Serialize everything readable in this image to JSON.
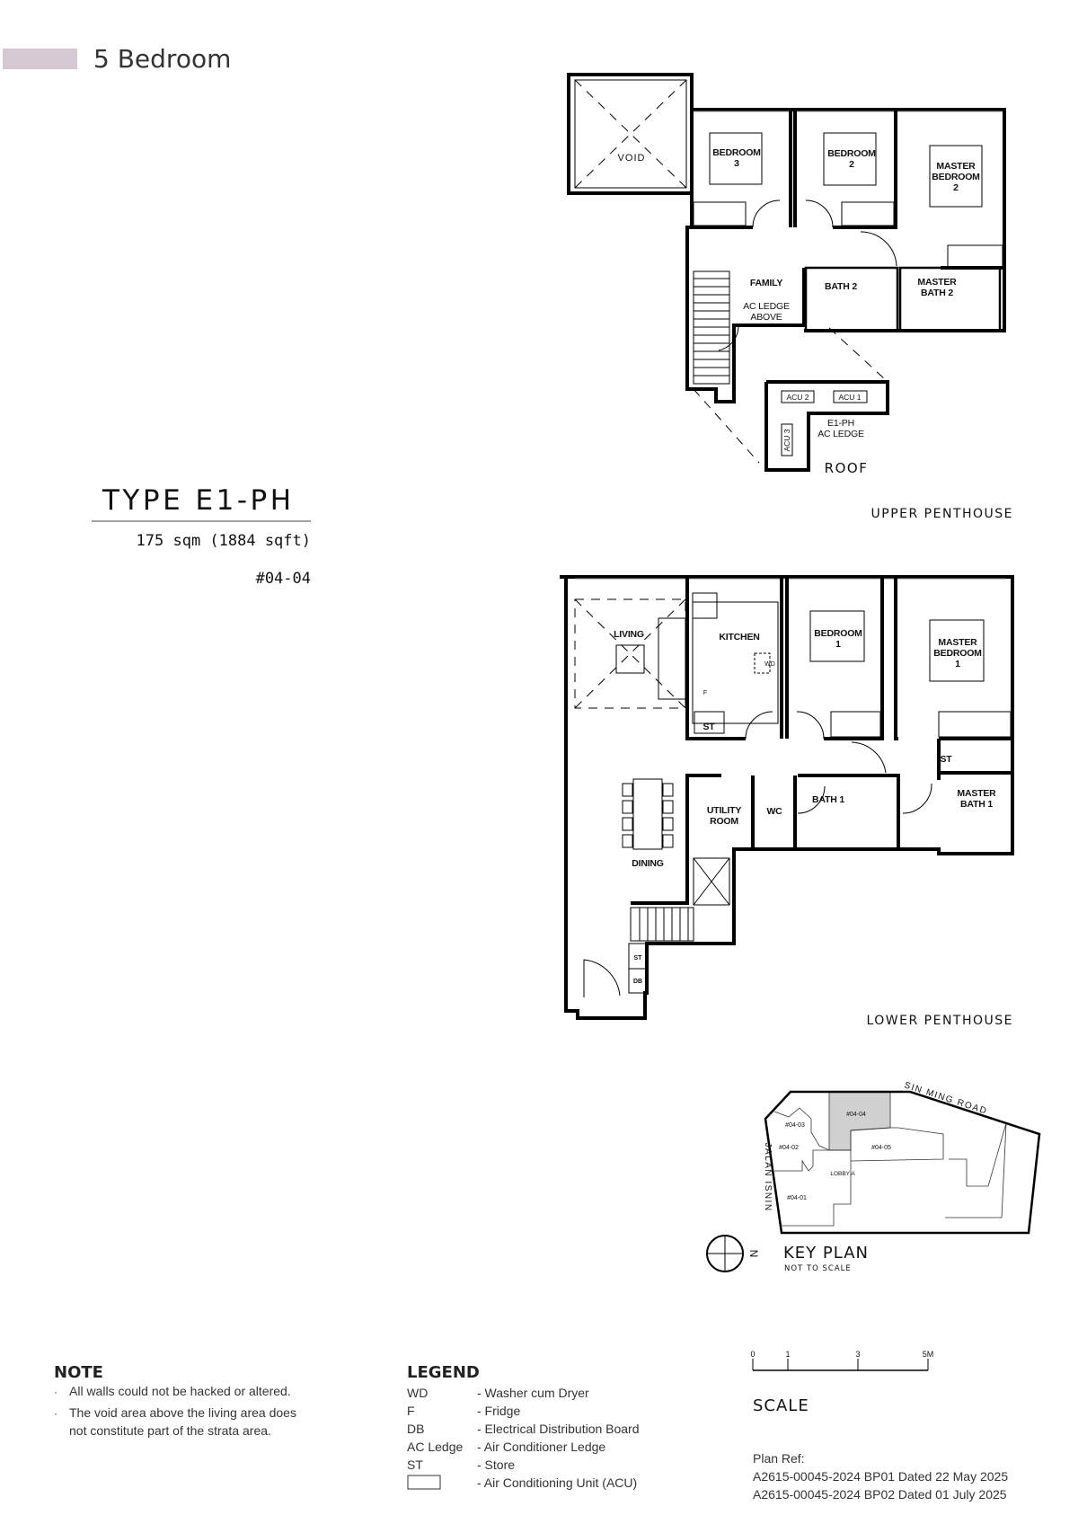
{
  "header": {
    "title": "5 Bedroom",
    "accent_color": "#d6c8d3"
  },
  "unit": {
    "type": "TYPE E1-PH",
    "area": "175 sqm (1884 sqft)",
    "unit_no": "#04-04"
  },
  "upper_plan": {
    "caption": "UPPER PENTHOUSE",
    "void": "VOID",
    "bedroom3": [
      "BEDROOM",
      "3"
    ],
    "bedroom2": [
      "BEDROOM",
      "2"
    ],
    "master_bedroom2": [
      "MASTER",
      "BEDROOM",
      "2"
    ],
    "family": "FAMILY",
    "ac_ledge_above": [
      "AC LEDGE",
      "ABOVE"
    ],
    "bath2": "BATH 2",
    "master_bath2": [
      "MASTER",
      "BATH 2"
    ],
    "acu1": "ACU 1",
    "acu2": "ACU 2",
    "acu3": "ACU 3",
    "ac_ledge": [
      "E1-PH",
      "AC LEDGE"
    ],
    "roof": "ROOF"
  },
  "lower_plan": {
    "caption": "LOWER PENTHOUSE",
    "living": "LIVING",
    "kitchen": "KITCHEN",
    "wd": "WD",
    "f": "F",
    "st_kitchen": "ST",
    "bedroom1": [
      "BEDROOM",
      "1"
    ],
    "master_bedroom1": [
      "MASTER",
      "BEDROOM",
      "1"
    ],
    "st_master": "ST",
    "utility": [
      "UTILITY",
      "ROOM"
    ],
    "wc": "WC",
    "bath1": "BATH 1",
    "master_bath1": [
      "MASTER",
      "BATH 1"
    ],
    "dining": "DINING",
    "st_entry": "ST",
    "db": "DB"
  },
  "key_plan": {
    "title": "KEY PLAN",
    "subtitle": "NOT TO SCALE",
    "road_top": "SIN MING ROAD",
    "road_left": "JALAN ISNIN",
    "units": [
      "#04-01",
      "#04-02",
      "#04-03",
      "#04-04",
      "#04-05"
    ],
    "lobby": "LOBBY A",
    "north": "N",
    "highlight_color": "#d0d0d0"
  },
  "note": {
    "title": "NOTE",
    "items": [
      "All walls could not be hacked or altered.",
      "The void area above the living area does",
      "not constitute part of the strata area."
    ]
  },
  "legend": {
    "title": "LEGEND",
    "items": [
      {
        "key": "WD",
        "desc": "- Washer cum Dryer"
      },
      {
        "key": "F",
        "desc": "- Fridge"
      },
      {
        "key": "DB",
        "desc": "- Electrical Distribution Board"
      },
      {
        "key": "AC Ledge",
        "desc": "- Air Conditioner Ledge"
      },
      {
        "key": "ST",
        "desc": "- Store"
      },
      {
        "key": "",
        "desc": "- Air Conditioning Unit (ACU)"
      }
    ]
  },
  "scale": {
    "title": "SCALE",
    "ticks": [
      "0",
      "1",
      "3",
      "5M"
    ]
  },
  "plan_ref": {
    "title": "Plan Ref:",
    "lines": [
      "A2615-00045-2024 BP01 Dated 22 May 2025",
      "A2615-00045-2024 BP02 Dated 01 July 2025"
    ]
  }
}
